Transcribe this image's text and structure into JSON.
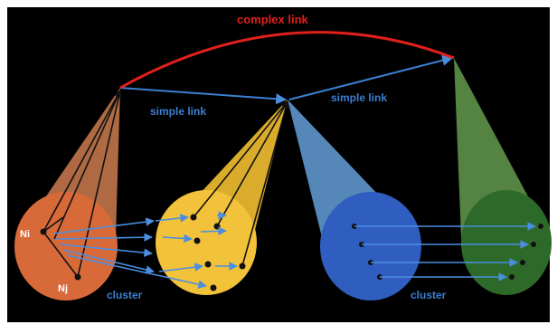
{
  "labels": {
    "complex_link": "complex link",
    "simple_link_left": "simple link",
    "simple_link_right": "simple link",
    "cluster_left": "cluster",
    "cluster_right": "cluster",
    "node_ni": "Ni",
    "node_nj": "Nj"
  },
  "colors": {
    "background": "#000000",
    "frame": "#ffffff",
    "complex_link": "#e0201c",
    "simple_link": "#3b7fd0",
    "cluster_text": "#3b7fd0",
    "node_text": "#ffffff",
    "cluster1_fill": "#d9693a",
    "cone1_fill": "#c07850",
    "cluster2_fill": "#f2c23a",
    "cone2_fill": "#e8b830",
    "cluster3_fill": "#2f5ec0",
    "cone3_fill": "#5a90c4",
    "cluster4_fill": "#2d6a2a",
    "cone4_fill": "#5a8f48",
    "arrows": "#4a8ee0",
    "dots": "#111111"
  }
}
